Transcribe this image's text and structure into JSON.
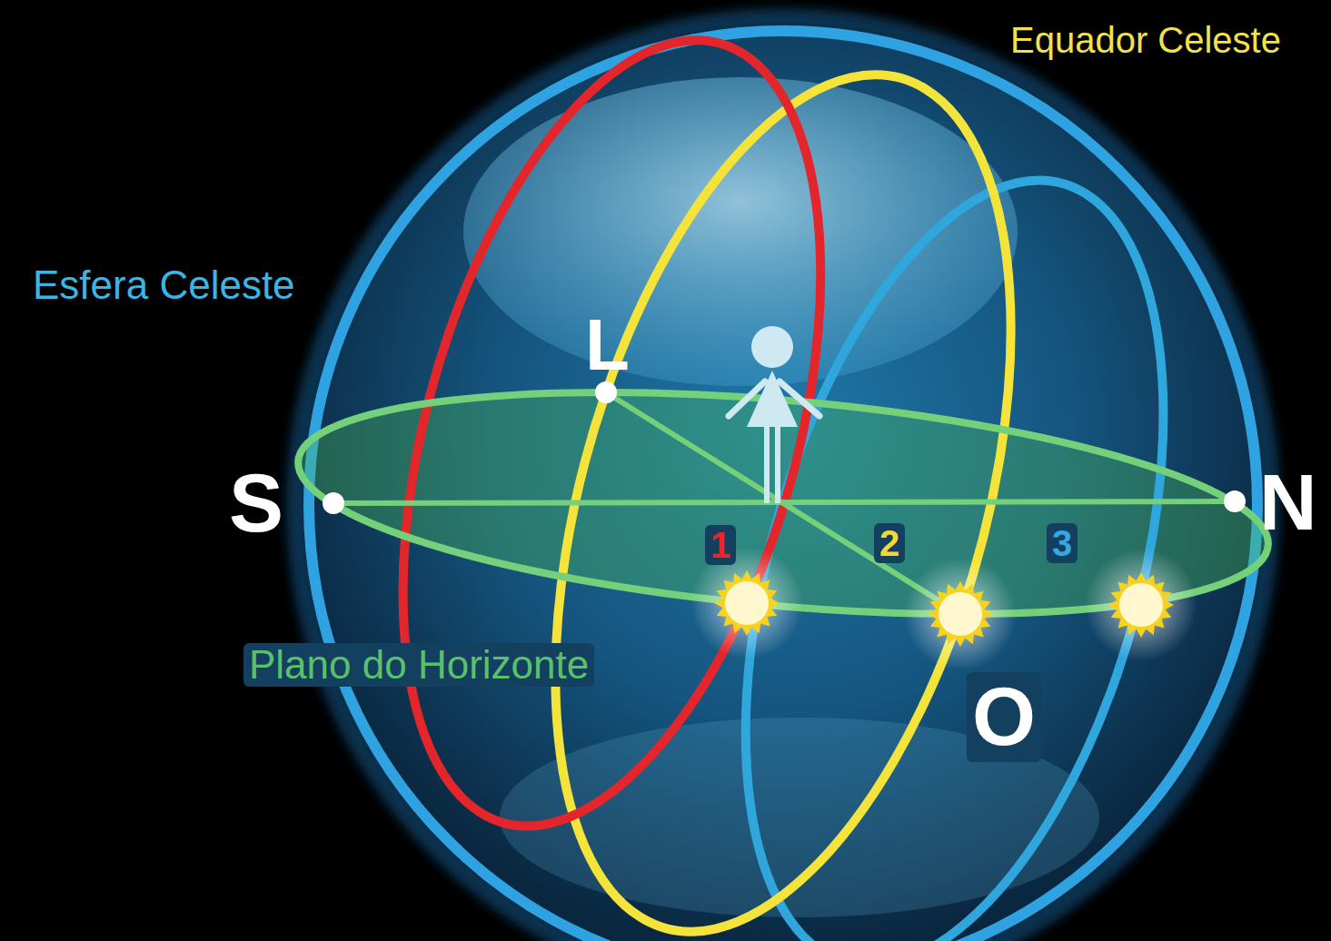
{
  "diagram": {
    "labels": [
      "Equador Celeste",
      "Esfera Celeste",
      "L",
      "S",
      "N",
      "1",
      "2",
      "3",
      "Plano do Horizonte",
      "O"
    ]
  }
}
